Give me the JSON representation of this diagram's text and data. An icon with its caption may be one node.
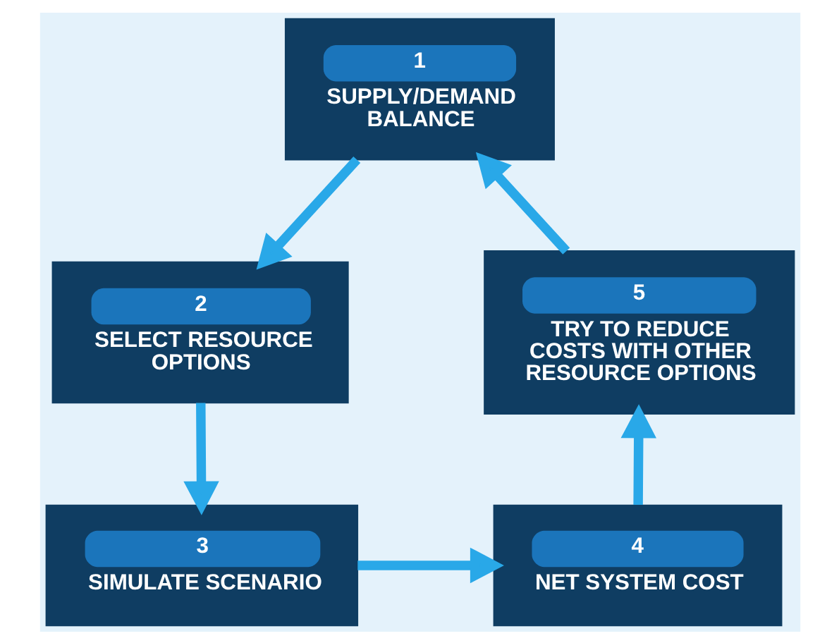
{
  "diagram": {
    "nodes": [
      {
        "text": [
          "1",
          "SUPPLY/DEMAND BALANCE"
        ]
      },
      {
        "text": [
          "2",
          "SELECT RESOURCE OPTIONS"
        ]
      },
      {
        "text": [
          "3",
          "SIMULATE SCENARIO"
        ]
      },
      {
        "text": [
          "4",
          "NET SYSTEM COST"
        ]
      },
      {
        "text": [
          "5",
          "TRY TO REDUCE COSTS WITH OTHER RESOURCE OPTIONS"
        ]
      }
    ],
    "edges": [
      {
        "from": 0,
        "to": 1,
        "arrow": "to"
      },
      {
        "from": 1,
        "to": 2,
        "arrow": "to"
      },
      {
        "from": 2,
        "to": 3,
        "arrow": "to"
      },
      {
        "from": 3,
        "to": 4,
        "arrow": "to"
      },
      {
        "from": 4,
        "to": 0,
        "arrow": "to"
      }
    ]
  }
}
